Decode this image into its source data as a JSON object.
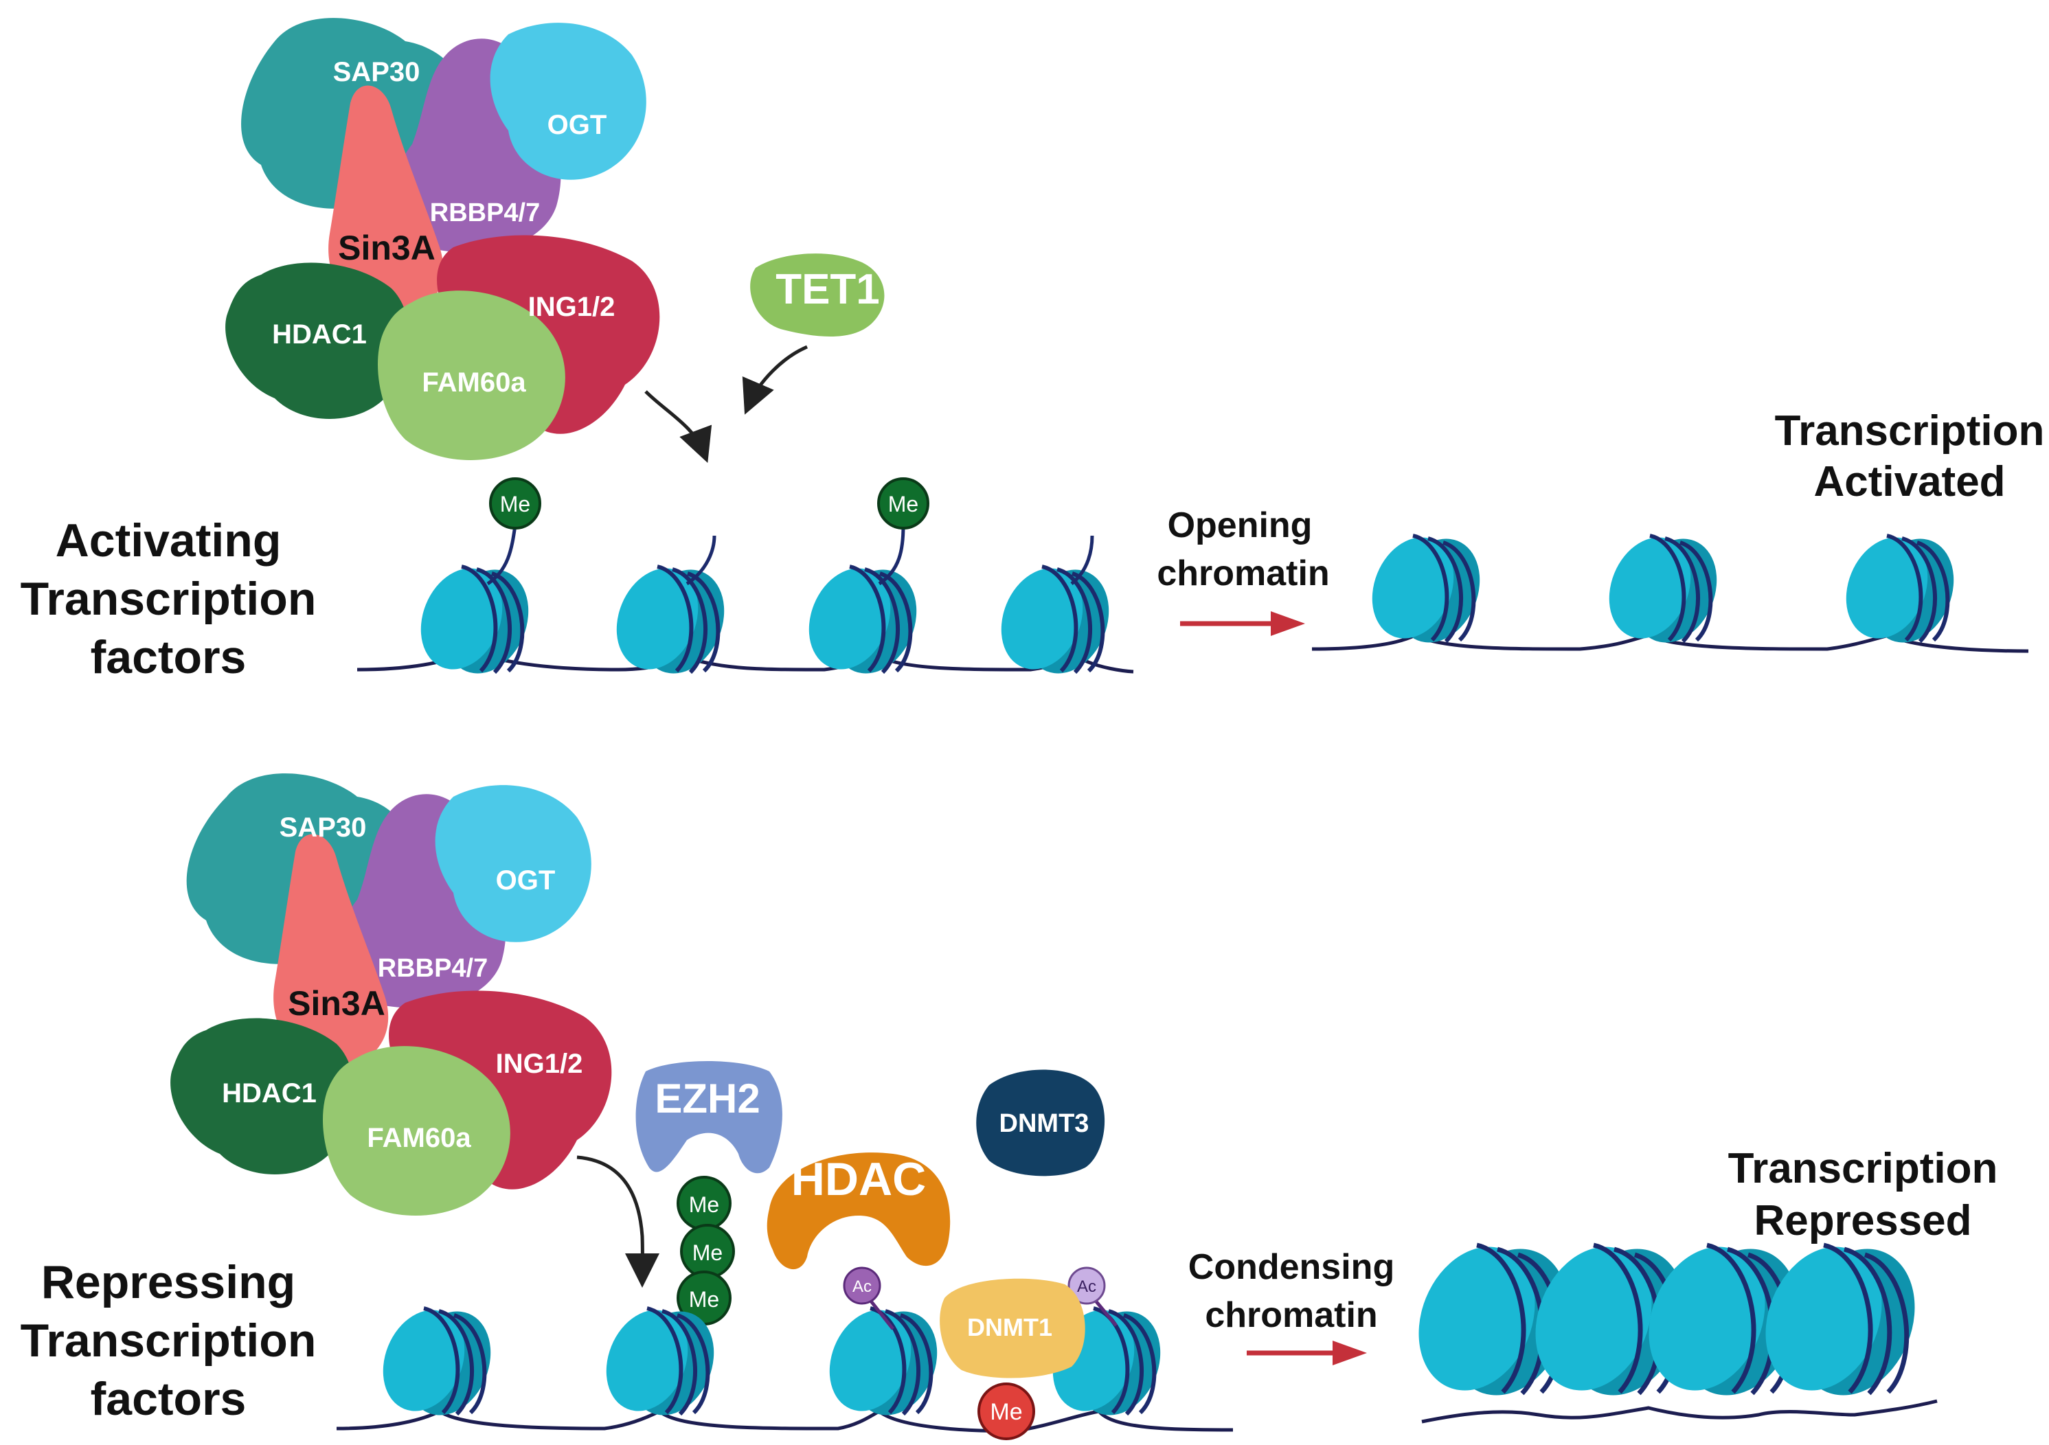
{
  "activating": {
    "side_label": [
      "Activating",
      "Transcription",
      "factors"
    ],
    "complex": {
      "sap30": "SAP30",
      "ogt": "OGT",
      "rbbp": "RBBP4/7",
      "sin3a": "Sin3A",
      "ing": "ING1/2",
      "hdac1": "HDAC1",
      "fam60a": "FAM60a"
    },
    "tet1": "TET1",
    "me_marks": [
      "Me",
      "Me"
    ],
    "process_label": [
      "Opening",
      "chromatin"
    ],
    "outcome_label": [
      "Transcription",
      "Activated"
    ]
  },
  "repressing": {
    "side_label": [
      "Repressing",
      "Transcription",
      "factors"
    ],
    "complex": {
      "sap30": "SAP30",
      "ogt": "OGT",
      "rbbp": "RBBP4/7",
      "sin3a": "Sin3A",
      "ing": "ING1/2",
      "hdac1": "HDAC1",
      "fam60a": "FAM60a"
    },
    "ezh2": "EZH2",
    "hdac": "HDAC",
    "dnmt3": "DNMT3",
    "dnmt1": "DNMT1",
    "me_stack": [
      "Me",
      "Me",
      "Me"
    ],
    "ac_marks": [
      "Ac",
      "Ac"
    ],
    "dna_me": "Me",
    "process_label": [
      "Condensing",
      "chromatin"
    ],
    "outcome_label": [
      "Transcription",
      "Repressed"
    ]
  },
  "colors": {
    "sap30": "#2f9e9e",
    "ogt": "#4cc9e8",
    "rbbp": "#9b63b3",
    "sin3a": "#f07070",
    "ing": "#c4304e",
    "hdac1": "#1e6b3c",
    "fam60a": "#96c870",
    "tet1": "#8cc25e",
    "ezh2": "#7b96d0",
    "hdac": "#e08412",
    "dnmt3": "#123f63",
    "dnmt1": "#f2c462",
    "me_green": "#0f6e2c",
    "me_red": "#e0403a",
    "ac_purple": "#b89ad8",
    "nucleosome": "#19b4d0",
    "dna": "#1c1d50",
    "red_arrow": "#c4303a"
  }
}
